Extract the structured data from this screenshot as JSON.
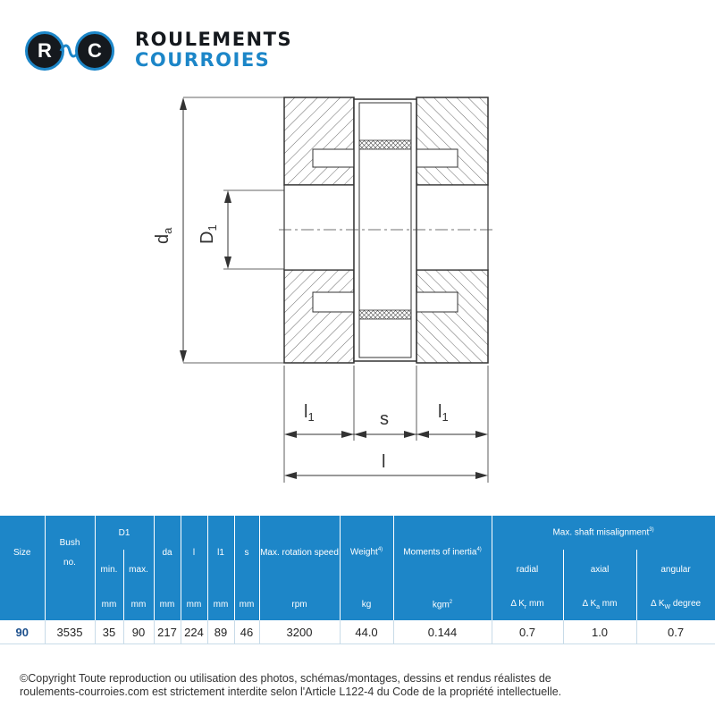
{
  "brand": {
    "left_letter": "R",
    "right_letter": "C",
    "line1": "ROULEMENTS",
    "line2": "COURROIES",
    "color_dark": "#15191e",
    "color_blue": "#1c86c8"
  },
  "drawing": {
    "label_da": "d",
    "label_da_sub": "a",
    "label_D1": "D",
    "label_D1_sub": "1",
    "label_l1_left": "l",
    "label_l1_left_sub": "1",
    "label_s": "s",
    "label_l1_right": "l",
    "label_l1_right_sub": "1",
    "label_l": "l"
  },
  "table": {
    "header_color": "#1d86c8",
    "headers": {
      "size": "Size",
      "bush": "Bush",
      "bush_no": "no.",
      "d1": "D1",
      "d1_min": "min.",
      "d1_max": "max.",
      "da": "da",
      "l": "l",
      "l1": "l1",
      "s": "s",
      "max_speed": "Max. rotation speed",
      "weight": "Weight",
      "weight_note": "4)",
      "inertia": "Moments of inertia",
      "inertia_note": "4)",
      "misalign": "Max. shaft misalignment",
      "misalign_note": "3)",
      "radial": "radial",
      "axial": "axial",
      "angular": "angular"
    },
    "units": {
      "min": "mm",
      "max": "mm",
      "da": "mm",
      "l": "mm",
      "l1": "mm",
      "s": "mm",
      "rpm": "rpm",
      "kg": "kg",
      "kgm": "kgm",
      "kgm_exp": "2",
      "radial_pre": "Δ K",
      "radial_sub": "r",
      "radial_unit": " mm",
      "axial_pre": "Δ K",
      "axial_sub": "a",
      "axial_unit": " mm",
      "angular_pre": "Δ K",
      "angular_sub": "W",
      "angular_unit": " degree"
    },
    "row": {
      "size": "90",
      "bush": "3535",
      "d1_min": "35",
      "d1_max": "90",
      "da": "217",
      "l": "224",
      "l1": "89",
      "s": "46",
      "speed": "3200",
      "weight": "44.0",
      "inertia": "0.144",
      "radial": "0.7",
      "axial": "1.0",
      "angular": "0.7"
    }
  },
  "footer": {
    "line1": "©Copyright Toute reproduction ou utilisation des photos, schémas/montages, dessins et rendus réalistes de",
    "line2": "roulements-courroies.com est strictement interdite selon l'Article L122-4 du Code de la propriété intellectuelle."
  }
}
